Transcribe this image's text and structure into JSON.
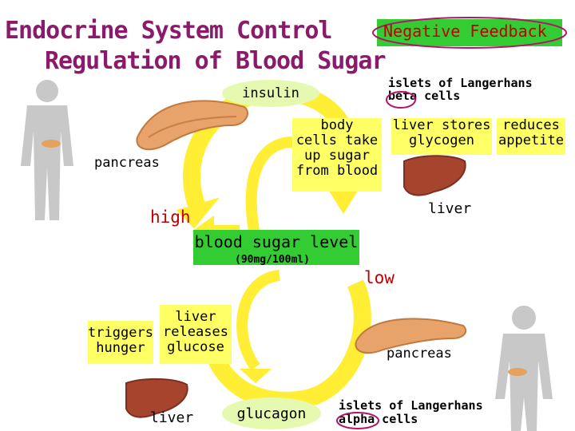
{
  "title": {
    "line1": "Endocrine System Control",
    "line2": "Regulation of Blood Sugar"
  },
  "badge": "Negative Feedback",
  "top": {
    "insulin": "insulin",
    "islets_line1": "islets of Langerhans",
    "islets_line2": "beta cells",
    "pancreas": "pancreas",
    "body_cells": [
      "body",
      "cells take",
      "up sugar",
      "from blood"
    ],
    "liver_stores": [
      "liver stores",
      "glycogen"
    ],
    "reduces": [
      "reduces",
      "appetite"
    ],
    "liver": "liver",
    "high": "high"
  },
  "center": {
    "level": "blood sugar level",
    "range": "(90mg/100ml)",
    "low": "low"
  },
  "bottom": {
    "liver_releases": [
      "liver",
      "releases",
      "glucose"
    ],
    "triggers": [
      "triggers",
      "hunger"
    ],
    "pancreas": "pancreas",
    "liver": "liver",
    "glucagon": "glucagon",
    "islets_line1": "islets of Langerhans",
    "islets_line2": "alpha cells"
  },
  "colors": {
    "title": "#8B1A6B",
    "arrow": "#FFEE33",
    "label_red": "#C00000",
    "box_green": "#33CC33",
    "box_yellow": "#FFFF66",
    "pill": "#E6F9B0"
  }
}
